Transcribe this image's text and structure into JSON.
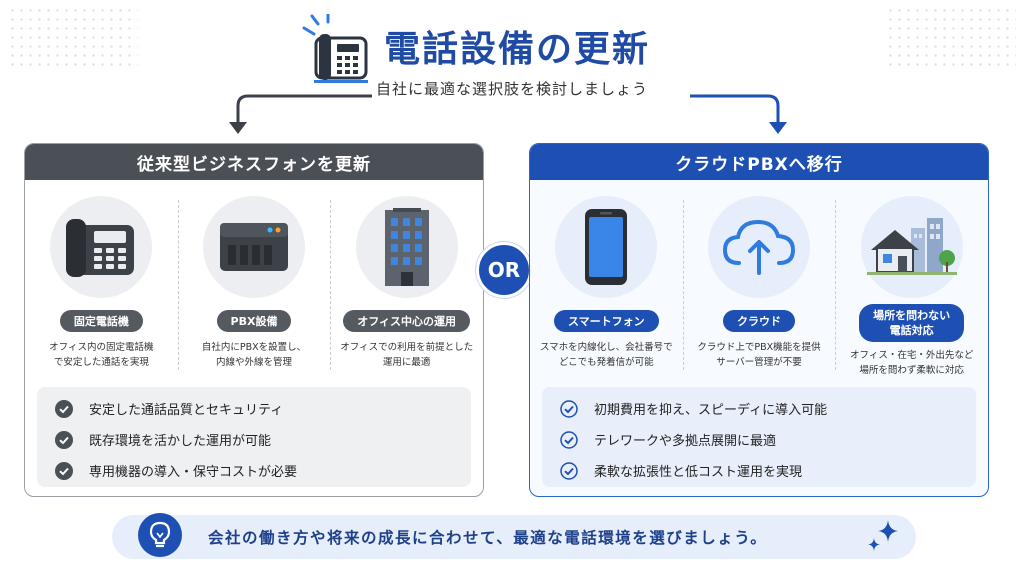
{
  "header": {
    "title": "電話設備の更新",
    "subtitle": "自社に最適な選択肢を検討しましょう"
  },
  "left_panel": {
    "title": "従来型ビジネスフォンを更新",
    "items": [
      {
        "label": "固定電話機",
        "desc_lines": [
          "オフィス内の固定電話機",
          "で安定した通話を実現"
        ]
      },
      {
        "label": "PBX設備",
        "desc_lines": [
          "自社内にPBXを設置し、",
          "内線や外線を管理"
        ]
      },
      {
        "label": "オフィス中心の運用",
        "desc_lines": [
          "オフィスでの利用を前提とした",
          "運用に最適"
        ]
      }
    ],
    "checks": [
      "安定した通話品質とセキュリティ",
      "既存環境を活かした運用が可能",
      "専用機器の導入・保守コストが必要"
    ]
  },
  "or_label": "OR",
  "right_panel": {
    "title": "クラウドPBXへ移行",
    "items": [
      {
        "label": "スマートフォン",
        "desc_lines": [
          "スマホを内線化し、会社番号で",
          "どこでも発着信が可能"
        ]
      },
      {
        "label": "クラウド",
        "desc_lines": [
          "クラウド上でPBX機能を提供",
          "サーバー管理が不要"
        ]
      },
      {
        "label_lines": [
          "場所を問わない",
          "電話対応"
        ],
        "desc_lines": [
          "オフィス・在宅・外出先など",
          "場所を問わず柔軟に対応"
        ]
      }
    ],
    "checks": [
      "初期費用を抑え、スピーディに導入可能",
      "テレワークや多拠点展開に最適",
      "柔軟な拡張性と低コスト運用を実現"
    ]
  },
  "footer": {
    "message": "会社の働き方や将来の成長に合わせて、最適な電話環境を選びましょう。"
  },
  "colors": {
    "primary_blue": "#1e4fb3",
    "dark_gray": "#4b4f56",
    "light_blue_bg": "#e6eefb"
  },
  "icons": [
    "desk-phone-icon",
    "pbx-server-icon",
    "office-building-icon",
    "smartphone-icon",
    "cloud-upload-icon",
    "house-city-icon",
    "check-icon",
    "lightbulb-icon",
    "sparkle-icon"
  ]
}
